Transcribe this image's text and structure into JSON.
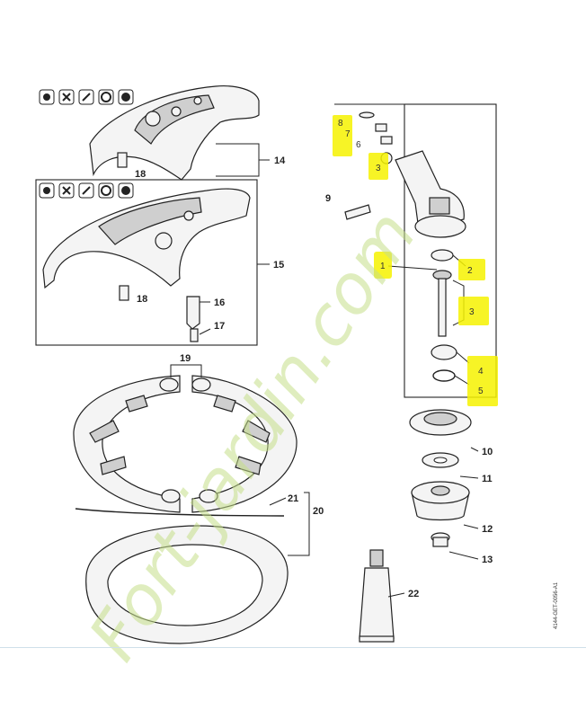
{
  "callouts": {
    "c14": "14",
    "c15": "15",
    "c18a": "18",
    "c18b": "18",
    "c16": "16",
    "c17": "17",
    "c19": "19",
    "c9": "9",
    "c10": "10",
    "c11": "11",
    "c12": "12",
    "c13": "13",
    "c20": "20",
    "c21": "21",
    "c22": "22"
  },
  "highlights": {
    "h1": "1",
    "h2": "2",
    "h3a": "3",
    "h4": "4",
    "h5": "5",
    "h6": "6",
    "h7": "7",
    "h8": "8",
    "h3b": "3"
  },
  "watermark": "Fort-jardin.com",
  "doc_id": "4144-GET-0056-A1",
  "colors": {
    "highlight": "#f6f200",
    "watermark": "#c6e08a",
    "line": "#222222"
  }
}
